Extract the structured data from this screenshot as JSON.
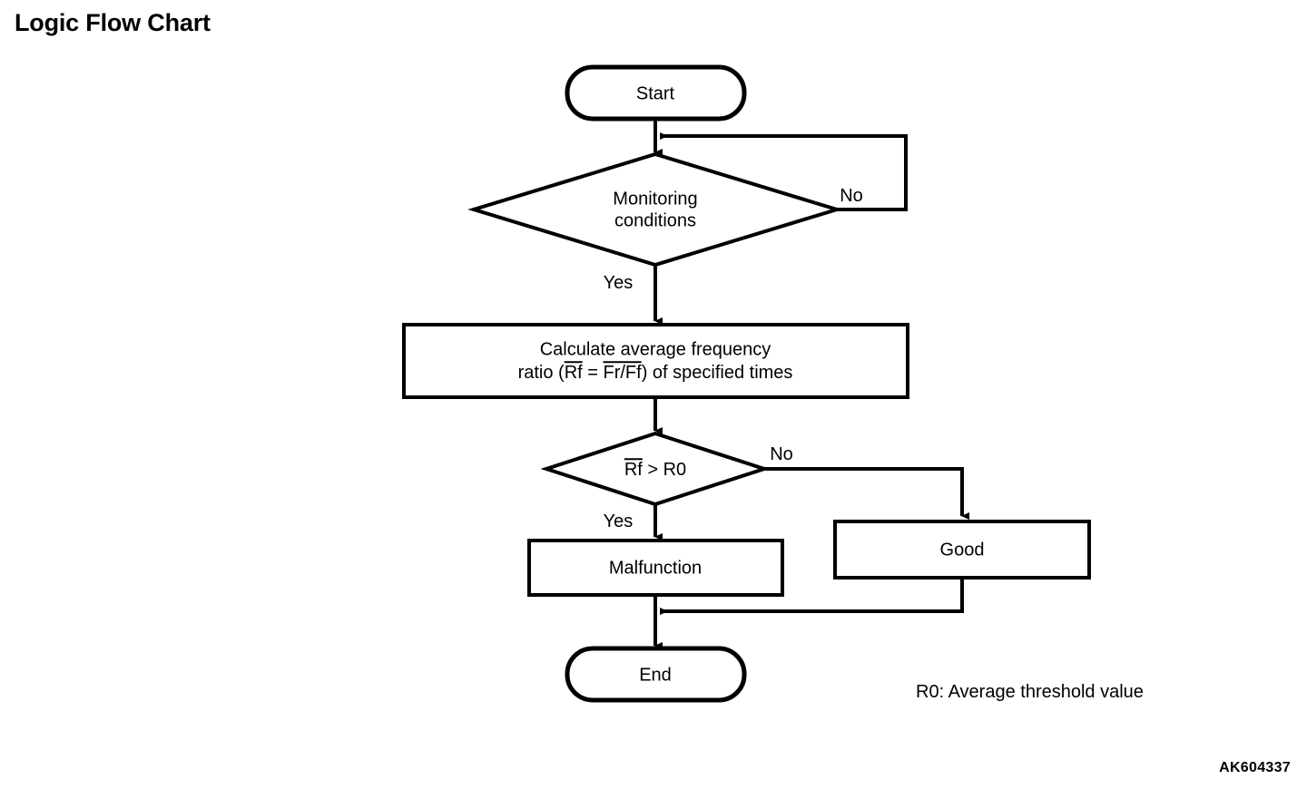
{
  "page": {
    "title": "Logic Flow Chart",
    "reference_code": "AK604337",
    "background_color": "#ffffff",
    "line_color": "#000000"
  },
  "chart_data": {
    "type": "diagram",
    "title": "Logic Flow Chart",
    "nodes": [
      {
        "id": "start",
        "type": "terminator",
        "label": "Start"
      },
      {
        "id": "monitoring",
        "type": "decision",
        "label_line1": "Monitoring",
        "label_line2": "conditions"
      },
      {
        "id": "calculate",
        "type": "process",
        "label_line1": "Calculate average frequency",
        "label_line2_pre": "ratio (",
        "label_line2_rf": "Rf",
        "label_line2_eq": " = ",
        "label_line2_fr": "Fr/Ff",
        "label_line2_post": ") of specified times"
      },
      {
        "id": "compare",
        "type": "decision",
        "label_rf": "Rf",
        "label_rest": " > R0"
      },
      {
        "id": "malfunction",
        "type": "process",
        "label": "Malfunction"
      },
      {
        "id": "good",
        "type": "process",
        "label": "Good"
      },
      {
        "id": "end",
        "type": "terminator",
        "label": "End"
      }
    ],
    "edges": [
      {
        "from": "start",
        "to": "monitoring",
        "label": ""
      },
      {
        "from": "monitoring",
        "to": "calculate",
        "label": "Yes"
      },
      {
        "from": "monitoring",
        "to": "monitoring",
        "label": "No"
      },
      {
        "from": "calculate",
        "to": "compare",
        "label": ""
      },
      {
        "from": "compare",
        "to": "malfunction",
        "label": "Yes"
      },
      {
        "from": "compare",
        "to": "good",
        "label": "No"
      },
      {
        "from": "malfunction",
        "to": "end",
        "label": ""
      },
      {
        "from": "good",
        "to": "end",
        "label": ""
      }
    ],
    "legend": "R0: Average threshold value"
  },
  "nodes": {
    "start": {
      "label": "Start"
    },
    "monitoring": {
      "line1": "Monitoring",
      "line2": "conditions"
    },
    "calculate": {
      "line1": "Calculate average frequency",
      "line2_prefix": "ratio (",
      "line2_rf": "Rf",
      "line2_equals": " = ",
      "line2_frff": "Fr/Ff",
      "line2_suffix": ") of specified times"
    },
    "compare": {
      "rf": "Rf",
      "rest": " > R0"
    },
    "malfunction": {
      "label": "Malfunction"
    },
    "good": {
      "label": "Good"
    },
    "end": {
      "label": "End"
    }
  },
  "branch_labels": {
    "monitoring_no": "No",
    "monitoring_yes": "Yes",
    "compare_no": "No",
    "compare_yes": "Yes"
  },
  "legend": {
    "note": "R0: Average threshold value"
  }
}
